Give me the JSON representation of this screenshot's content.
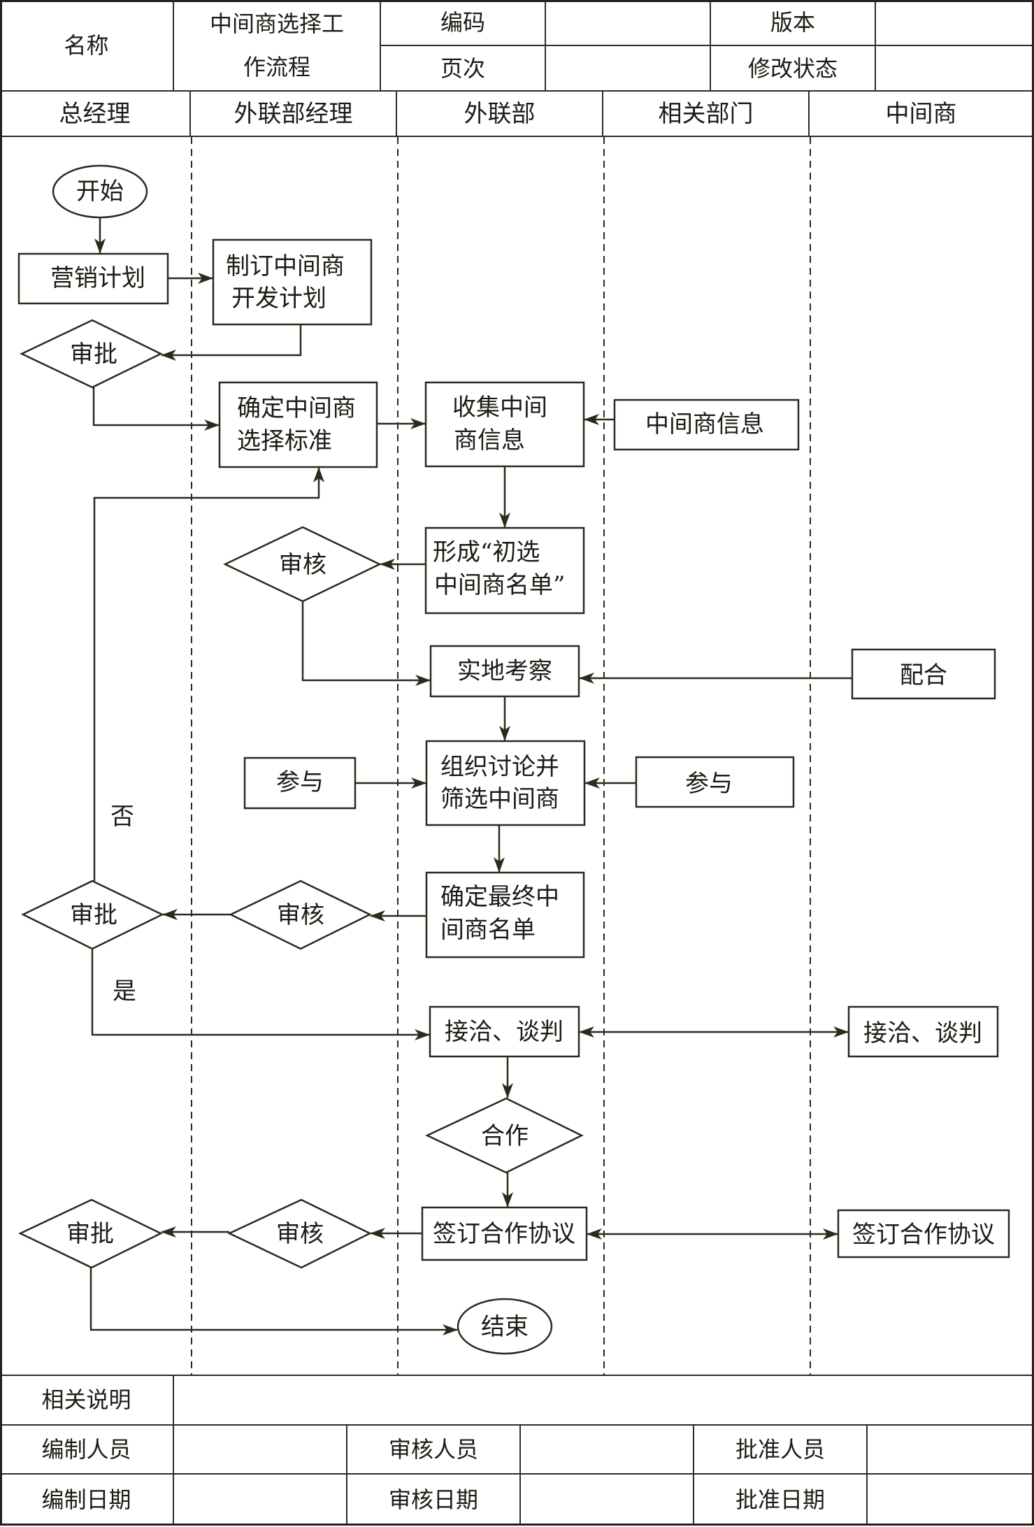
{
  "header": {
    "name_label": "名称",
    "title_lines": [
      "中间商选择工",
      "作流程"
    ],
    "code_label": "编码",
    "code_value": "",
    "version_label": "版本",
    "version_value": "",
    "page_label": "页次",
    "page_value": "",
    "revision_label": "修改状态",
    "revision_value": ""
  },
  "lanes": [
    "总经理",
    "外联部经理",
    "外联部",
    "相关部门",
    "中间商"
  ],
  "flow": {
    "start": "开始",
    "marketing_plan": "营销计划",
    "plan_dev": [
      "制订中间商",
      "开发计划"
    ],
    "approve_1": "审批",
    "criteria": [
      "确定中间商",
      "选择标准"
    ],
    "collect_info": [
      "收集中间",
      "商信息"
    ],
    "dealer_info": "中间商信息",
    "prelim_list": [
      "形成“初选",
      "中间商名单”"
    ],
    "review_1": "审核",
    "field_survey": "实地考察",
    "cooperate_support": "配合",
    "discuss_select": [
      "组织讨论并",
      "筛选中间商"
    ],
    "participate_left": "参与",
    "participate_right": "参与",
    "final_list": [
      "确定最终中",
      "间商名单"
    ],
    "review_2": "审核",
    "approve_2": "审批",
    "label_no": "否",
    "label_yes": "是",
    "negotiate": "接洽、谈判",
    "negotiate_dealer": "接洽、谈判",
    "cooperation": "合作",
    "sign_agreement": "签订合作协议",
    "sign_agreement_dealer": "签订合作协议",
    "review_3": "审核",
    "approve_3": "审批",
    "end": "结束"
  },
  "footer": {
    "notes_label": "相关说明",
    "notes_value": "",
    "prepared_by_label": "编制人员",
    "prepared_by_value": "",
    "reviewed_by_label": "审核人员",
    "reviewed_by_value": "",
    "approved_by_label": "批准人员",
    "approved_by_value": "",
    "prepared_date_label": "编制日期",
    "prepared_date_value": "",
    "reviewed_date_label": "审核日期",
    "reviewed_date_value": "",
    "approved_date_label": "批准日期",
    "approved_date_value": ""
  }
}
